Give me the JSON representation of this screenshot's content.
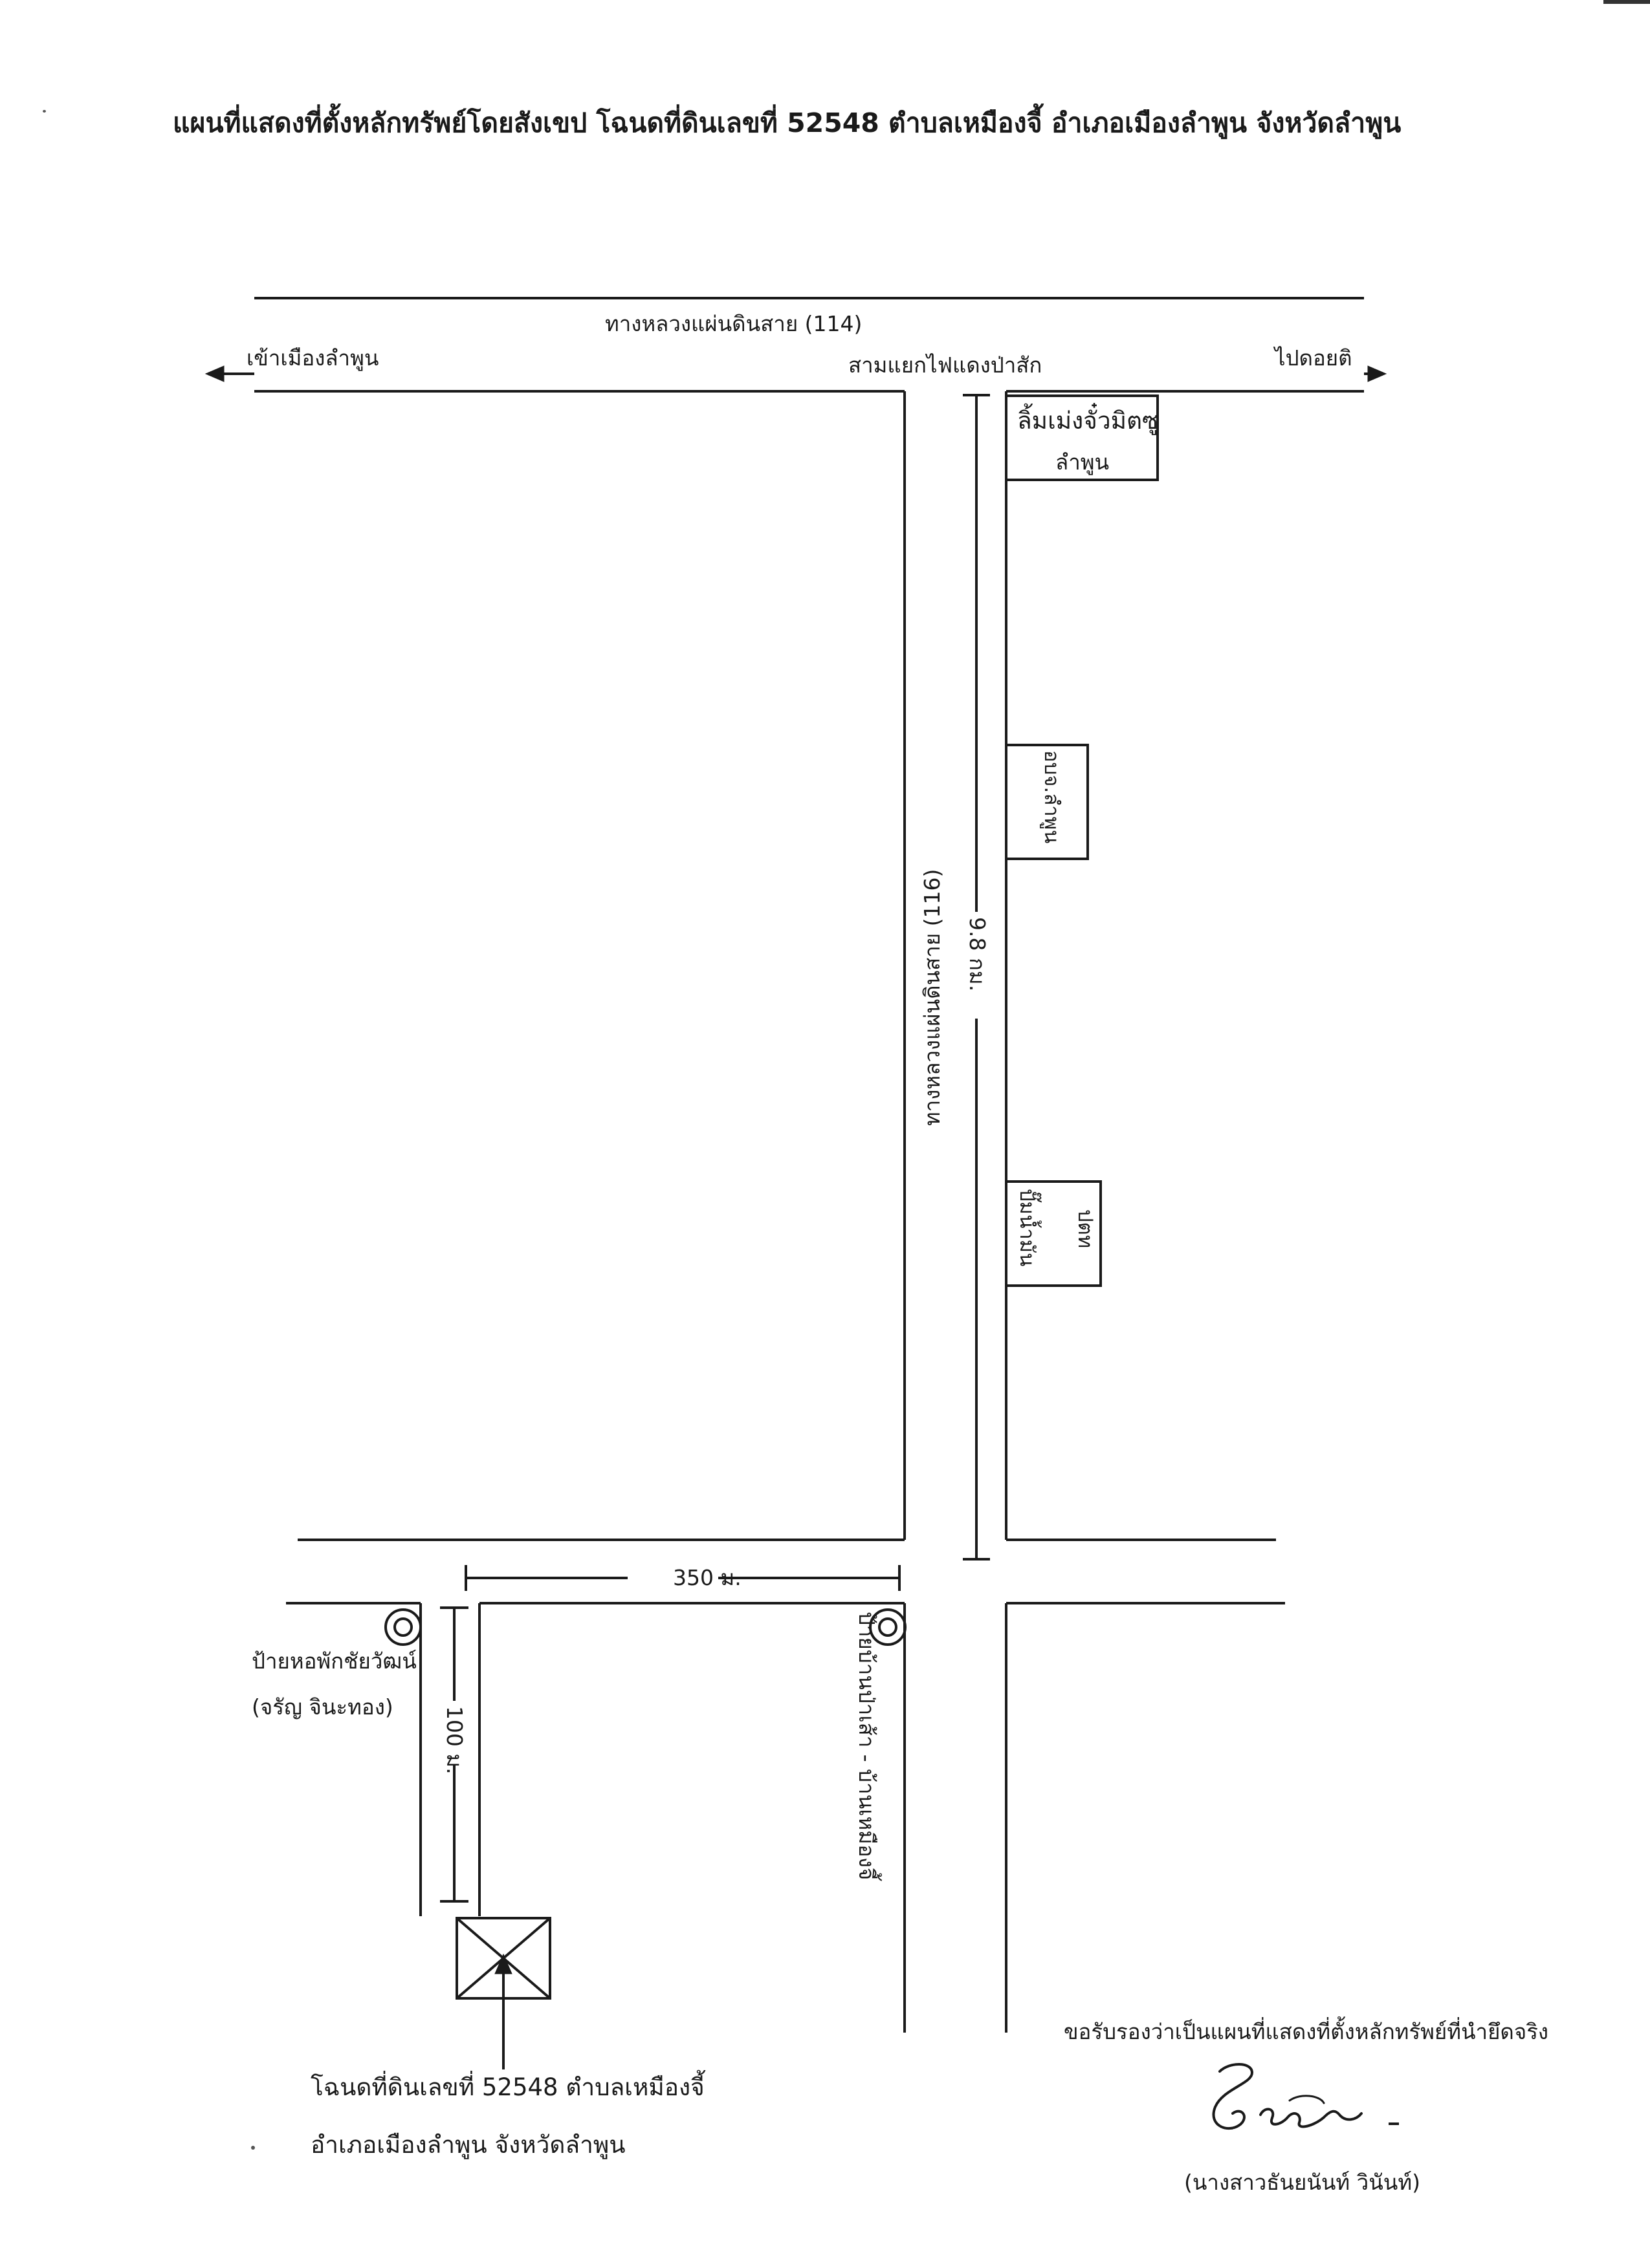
{
  "title": "แผนที่แสดงที่ตั้งหลักทรัพย์โดยสังเขป โฉนดที่ดินเลขที่ 52548 ตำบลเหมืองจี้ อำเภอเมืองลำพูน จังหวัดลำพูน",
  "roads": {
    "highway_114": "ทางหลวงแผ่นดินสาย (114)",
    "highway_116": "ทางหลวงแผ่นดินสาย (116)",
    "to_lamphun": "เข้าเมืองลำพูน",
    "to_doi_ti": "ไปดอยติ",
    "junction": "สามแยกไฟแดงป่าสัก",
    "local_road": "ป้ายบ้านป่าเส้า - บ้านเหมืองจี้"
  },
  "landmarks": {
    "limmeng_line1": "ลิ้มเม่งจั๋วมิตซู",
    "limmeng_line2": "ลำพูน",
    "provincial_office": "อบจ.ลำพูน",
    "gas_line1": "ปั๊มน้ำมัน",
    "gas_line2": "ปตท",
    "dorm_line1": "ป้ายหอพักชัยวัฒน์",
    "dorm_line2": "(จรัญ  จินะทอง)"
  },
  "distances": {
    "highway": "9.8 กม.",
    "cross_road": "350 ม.",
    "lane": "100 ม."
  },
  "property": {
    "line1": "โฉนดที่ดินเลขที่ 52548 ตำบลเหมืองจี้",
    "line2": "อำเภอเมืองลำพูน จังหวัดลำพูน"
  },
  "certification": {
    "statement": "ขอรับรองว่าเป็นแผนที่แสดงที่ตั้งหลักทรัพย์ที่นำยึดจริง",
    "signer": "(นางสาวธันยนันท์ วินันท์)"
  },
  "colors": {
    "ink": "#1a1a1a",
    "paper": "#ffffff"
  },
  "icons": {
    "signpost": "circle-marker-icon",
    "property": "crossed-box-icon",
    "direction": "arrow-icon"
  }
}
